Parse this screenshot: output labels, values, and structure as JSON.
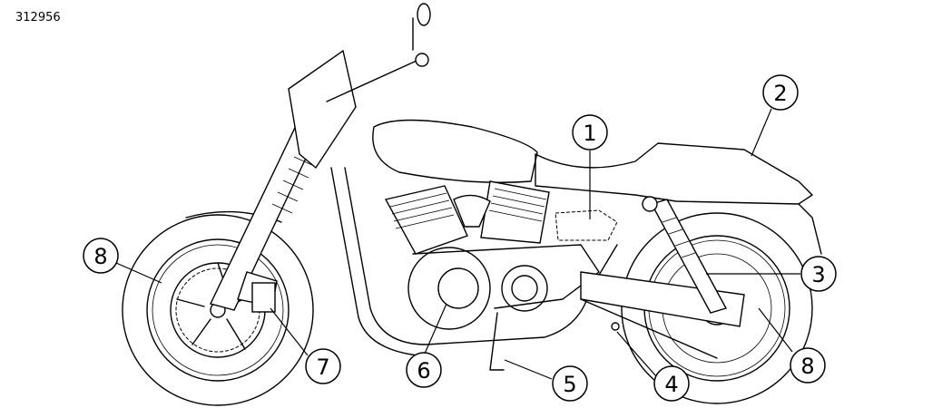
{
  "figure_id": "312956",
  "subject": "motorcycle left side view",
  "callouts": [
    {
      "number": "1"
    },
    {
      "number": "2"
    },
    {
      "number": "3"
    },
    {
      "number": "4"
    },
    {
      "number": "5"
    },
    {
      "number": "6"
    },
    {
      "number": "7"
    },
    {
      "number": "8"
    },
    {
      "number": "8"
    }
  ]
}
